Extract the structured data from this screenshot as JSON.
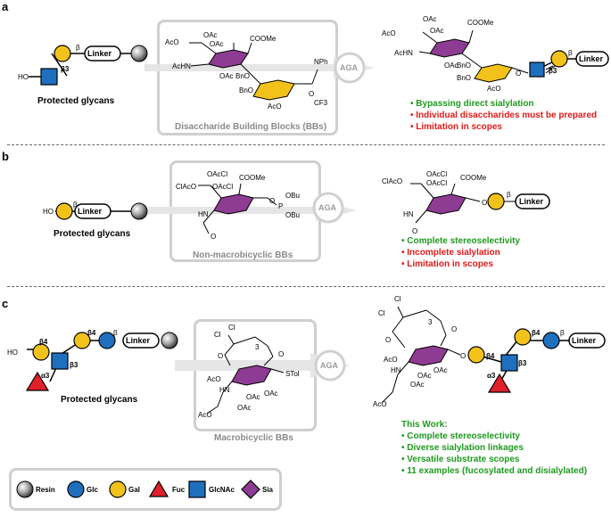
{
  "panels": [
    {
      "letter": "a",
      "left_label": "Protected glycans",
      "box_caption": "Disaccharide Building Blocks (BBs)",
      "arrow_label": "AGA",
      "bullets": [
        {
          "text": "• Bypassing direct sialylation",
          "color": "#1e9a1e"
        },
        {
          "text": "• Individual disaccharides must be prepared",
          "color": "#e01a1a"
        },
        {
          "text": "• Limitation in scopes",
          "color": "#e01a1a"
        }
      ]
    },
    {
      "letter": "b",
      "left_label": "Protected glycans",
      "box_caption": "Non-macrobicyclic BBs",
      "arrow_label": "AGA",
      "bullets": [
        {
          "text": "• Complete stereoselectivity",
          "color": "#1e9a1e"
        },
        {
          "text": "• Incomplete sialylation",
          "color": "#e01a1a"
        },
        {
          "text": "• Limitation in scopes",
          "color": "#e01a1a"
        }
      ]
    },
    {
      "letter": "c",
      "left_label": "Protected glycans",
      "box_caption": "Macrobicyclic BBs",
      "arrow_label": "AGA",
      "bullets": [
        {
          "text": "This Work:",
          "color": "#1e9a1e"
        },
        {
          "text": "• Complete stereoselectivity",
          "color": "#1e9a1e"
        },
        {
          "text": "• Diverse sialylation linkages",
          "color": "#1e9a1e"
        },
        {
          "text": "• Versatile substrate scopes",
          "color": "#1e9a1e"
        },
        {
          "text": "• 11 examples (fucosylated and disialylated)",
          "color": "#1e9a1e"
        }
      ]
    }
  ],
  "diagram_labels": {
    "linker": "Linker",
    "beta": "β",
    "beta3": "β3",
    "beta4": "β4",
    "alpha3": "α3",
    "ho": "HO",
    "chem": {
      "oac": "OAc",
      "aco": "AcO",
      "acnh": "AcHN",
      "coome": "COOMe",
      "bno": "BnO",
      "nph": "NPh",
      "cf3": "CF3",
      "o": "O",
      "oaccl": "OAcCl",
      "claco": "ClAcO",
      "hn": "HN",
      "p": "P",
      "obu": "OBu",
      "cl": "Cl",
      "stol": "STol",
      "three": "3"
    }
  },
  "legend": [
    {
      "name": "Resin",
      "shape": "circle",
      "color": "#9a9a9a"
    },
    {
      "name": "Glc",
      "shape": "circle",
      "color": "#1f6fbf"
    },
    {
      "name": "Gal",
      "shape": "circle",
      "color": "#f2c21b"
    },
    {
      "name": "Fuc",
      "shape": "triangle",
      "color": "#e0202a"
    },
    {
      "name": "GlcNAc",
      "shape": "square",
      "color": "#1f6fbf"
    },
    {
      "name": "Sia",
      "shape": "diamond",
      "color": "#8e3c93"
    }
  ]
}
